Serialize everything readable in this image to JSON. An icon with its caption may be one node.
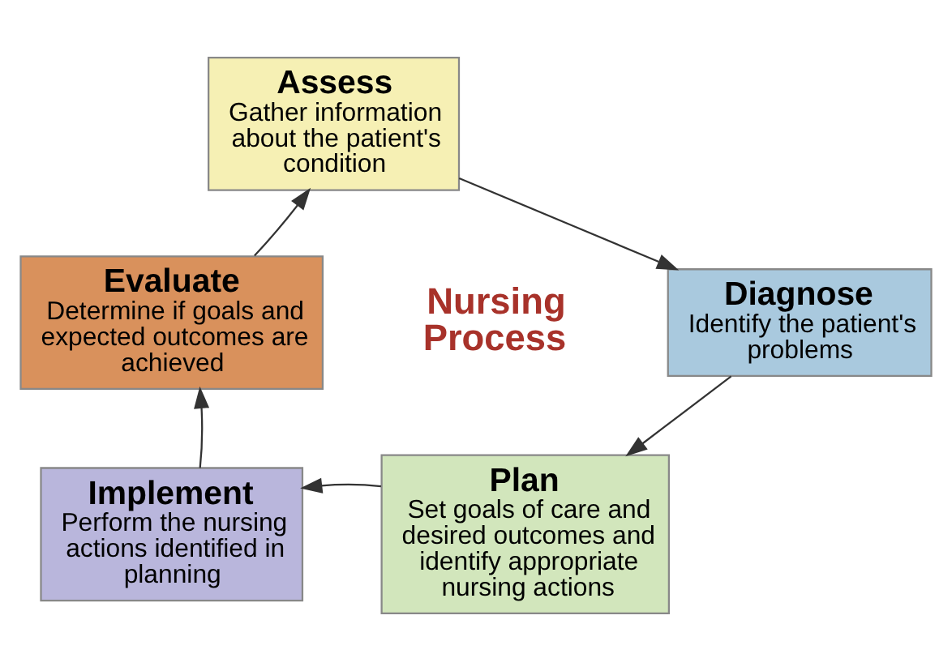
{
  "diagram": {
    "nodes": [
      {
        "text": [
          "Assess",
          "Gather information about the patient's condition"
        ]
      },
      {
        "text": [
          "Diagnose",
          "Identify the patient's problems"
        ]
      },
      {
        "text": [
          "Plan",
          "Set goals of care and desired outcomes and identify appropriate nursing actions"
        ]
      },
      {
        "text": [
          "Implement",
          "Perform the nursing actions identified in planning"
        ]
      },
      {
        "text": [
          "Evaluate",
          "Determine if goals and expected outcomes are achieved"
        ]
      }
    ],
    "edges": [
      {
        "from": 0,
        "to": 1,
        "arrow": "to"
      },
      {
        "from": 1,
        "to": 2,
        "arrow": "to"
      },
      {
        "from": 2,
        "to": 3,
        "arrow": "to"
      },
      {
        "from": 3,
        "to": 4,
        "arrow": "to"
      },
      {
        "from": 4,
        "to": 0,
        "arrow": "to"
      }
    ],
    "labels": [
      "Nursing Process"
    ]
  }
}
